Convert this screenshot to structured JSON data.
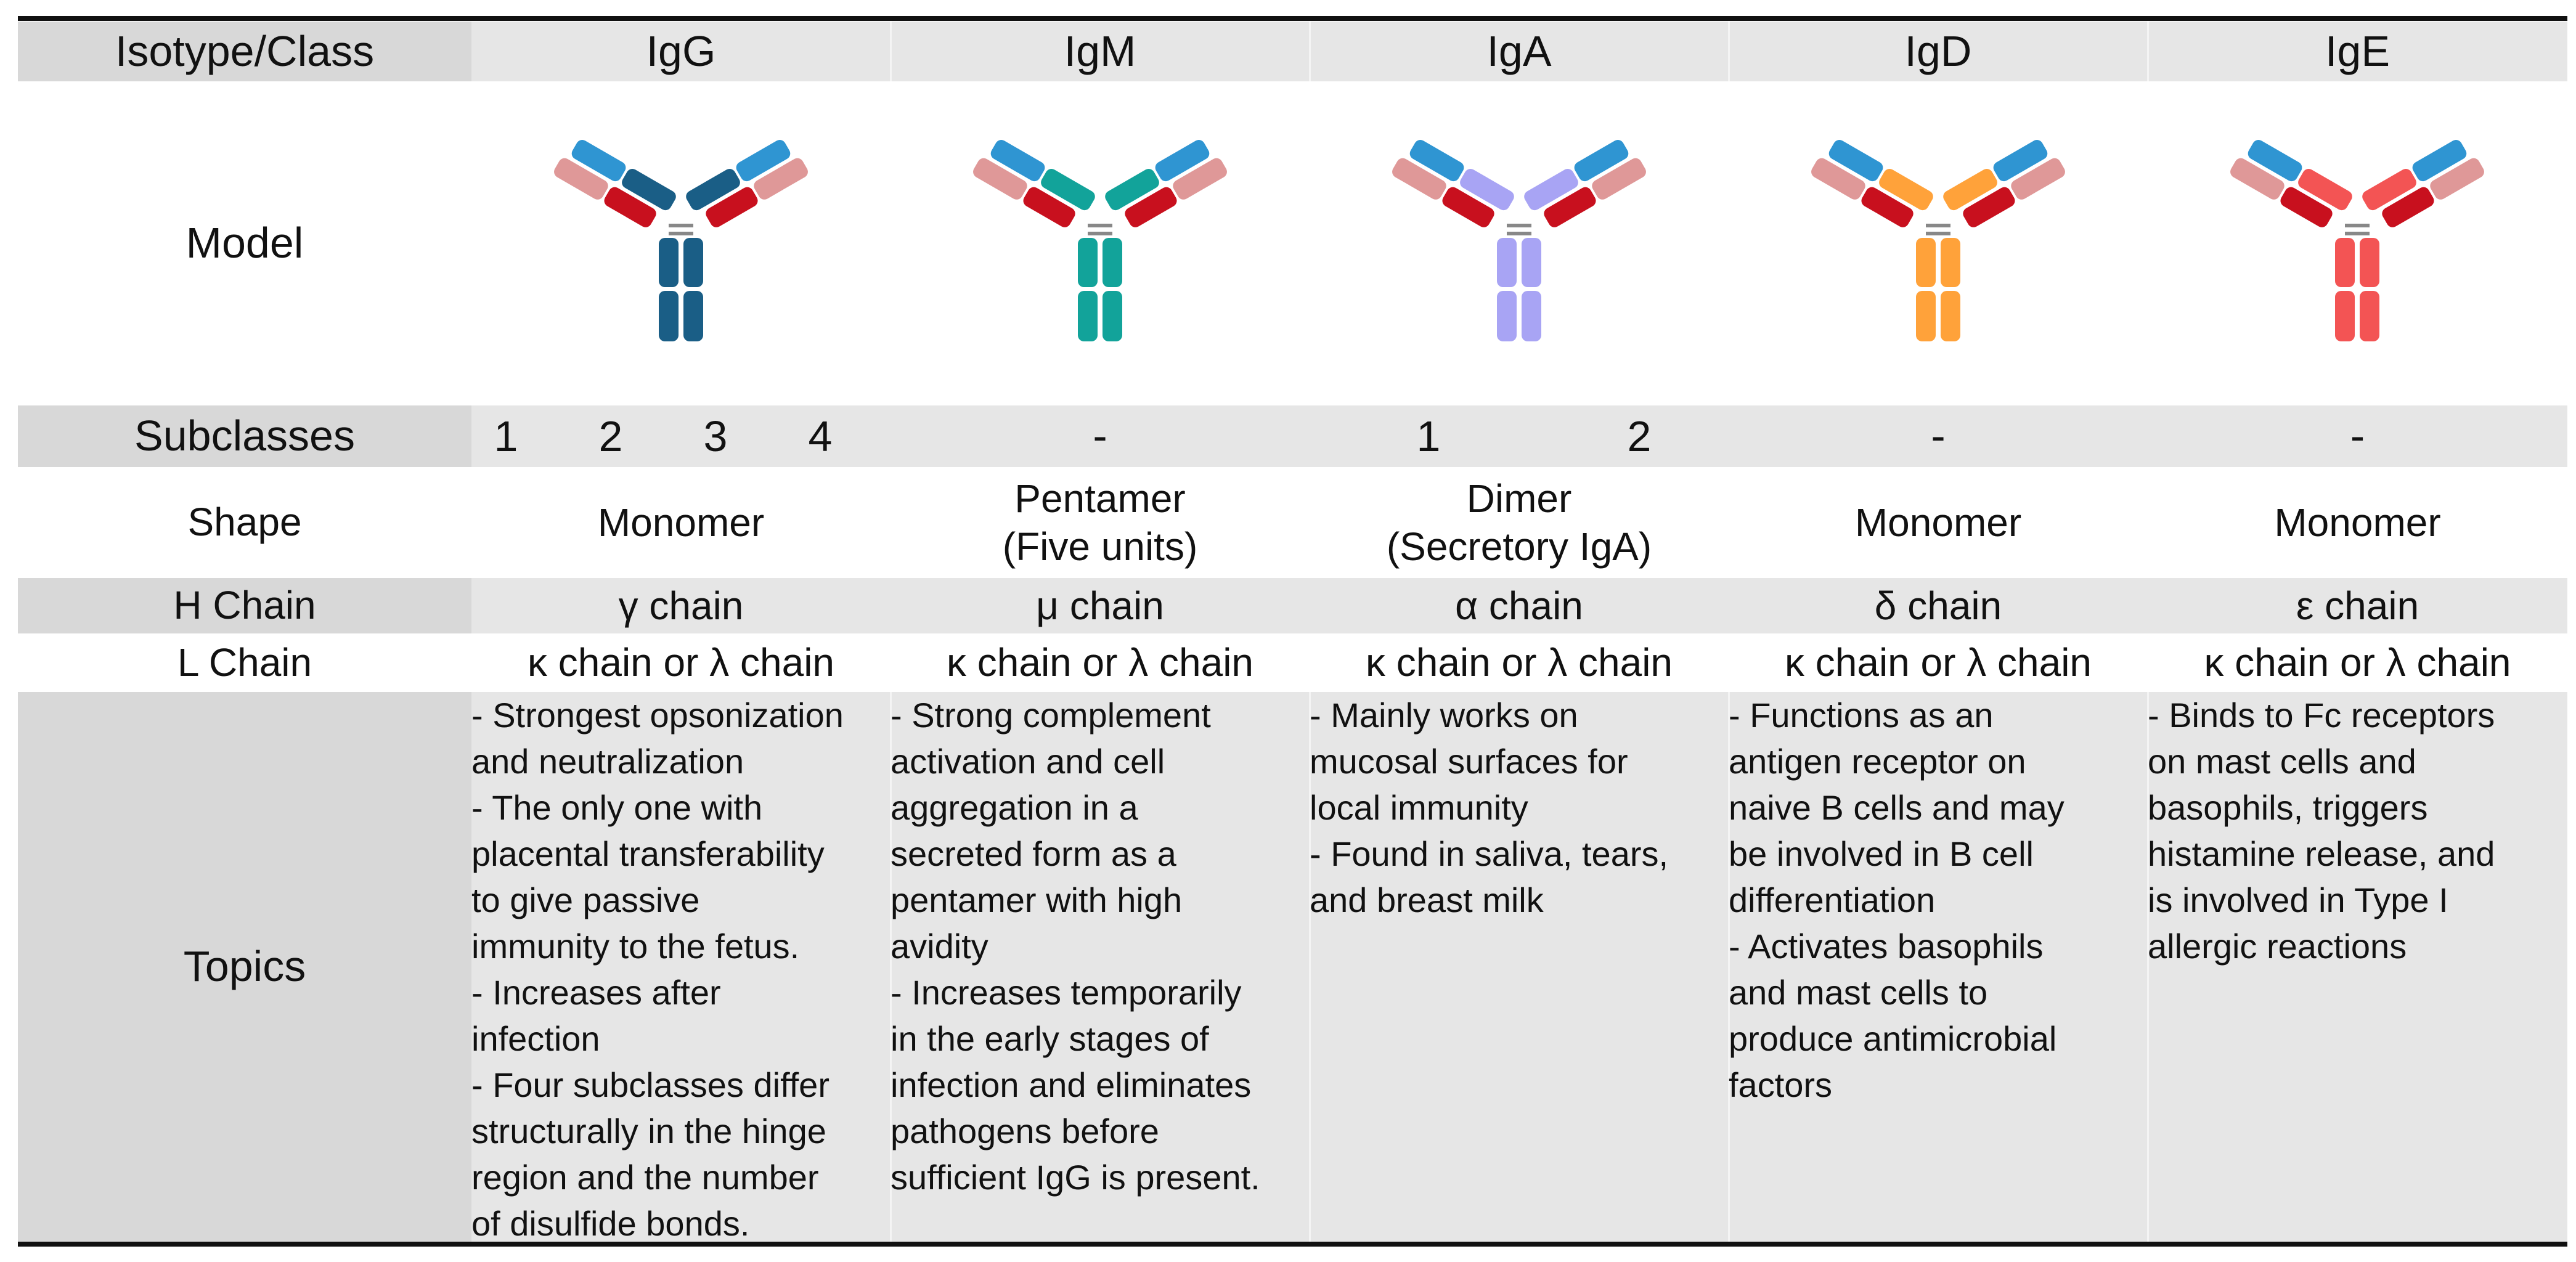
{
  "row_labels": {
    "isotype": "Isotype/Class",
    "model": "Model",
    "subclasses": "Subclasses",
    "shape": "Shape",
    "h_chain": "H Chain",
    "l_chain": "L Chain",
    "topics": "Topics"
  },
  "columns": [
    {
      "isotype": "IgG",
      "subclasses": [
        "1",
        "2",
        "3",
        "4"
      ],
      "shape": "Monomer",
      "h_chain": "γ chain",
      "l_chain": "κ chain or λ chain",
      "topics": "- Strongest opsonization\nand neutralization\n- The only one with\nplacental transferability\nto give passive\nimmunity to the fetus.\n- Increases after\ninfection\n- Four subclasses differ\nstructurally in the hinge\nregion and the number\nof disulfide bonds.",
      "color": "#1a5e86"
    },
    {
      "isotype": "IgM",
      "subclasses": [
        "-"
      ],
      "shape": "Pentamer\n(Five units)",
      "h_chain": "μ chain",
      "l_chain": "κ chain or λ chain",
      "topics": "- Strong complement\nactivation and cell\naggregation in a\nsecreted form as a\npentamer with high\navidity\n- Increases temporarily\nin the early stages of\ninfection and eliminates\npathogens before\nsufficient IgG is present.",
      "color": "#12a39a"
    },
    {
      "isotype": "IgA",
      "subclasses": [
        "1",
        "2"
      ],
      "shape": "Dimer\n(Secretory IgA)",
      "h_chain": "α chain",
      "l_chain": "κ chain or λ chain",
      "topics": "- Mainly works on\nmucosal surfaces for\nlocal immunity\n- Found in saliva, tears,\nand breast milk",
      "color": "#a8a4f4"
    },
    {
      "isotype": "IgD",
      "subclasses": [
        "-"
      ],
      "shape": "Monomer",
      "h_chain": "δ chain",
      "l_chain": "κ chain or λ chain",
      "topics": "- Functions as an\nantigen receptor on\nnaive B cells and may\nbe involved in B cell\ndifferentiation\n- Activates basophils\nand mast cells to\nproduce antimicrobial\nfactors",
      "color": "#ffa23a"
    },
    {
      "isotype": "IgE",
      "subclasses": [
        "-"
      ],
      "shape": "Monomer",
      "h_chain": "ε chain",
      "l_chain": "κ chain or λ chain",
      "topics": "- Binds to Fc receptors\non mast cells and\nbasophils, triggers\nhistamine release, and\nis involved in Type I\nallergic reactions",
      "color": "#f35454"
    }
  ],
  "model_colors": {
    "variable_heavy": "#2f95d2",
    "variable_light": "#df9898",
    "constant_light": "#c8101e"
  }
}
